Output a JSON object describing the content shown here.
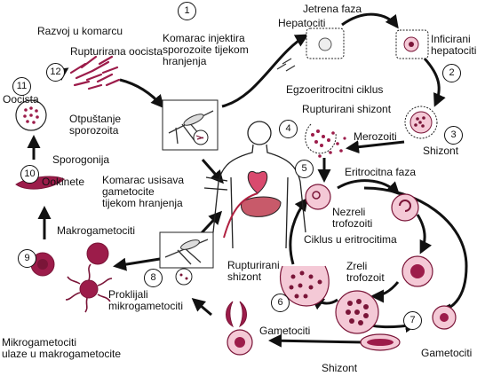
{
  "labels": {
    "razvoj_u_komarcu": "Razvoj u komarcu",
    "komarac_injektira": "Komarac injektira\nsporozoite tijekom\nhranjenja",
    "jetrena_faza": "Jetrena faza",
    "hepatociti": "Hepatociti",
    "inficirani_hepatociti": "Inficirani\nhepatociti",
    "rupturirana_oocista": "Rupturirana oocista",
    "oocista": "Oocista",
    "otpustanje": "Otpuštanje\nsporozoita",
    "egzoeritrocitni": "Egzoeritrocitni ciklus",
    "rupturirani_shizont_top": "Rupturirani shizont",
    "merozoiti": "Merozoiti",
    "shizont_liver": "Shizont",
    "sporogonija": "Sporogonija",
    "ookinete": "Ookinete",
    "eritrocitna_faza": "Eritrocitna faza",
    "komarac_usisava": "Komarac usisava\ngametocite\ntijekom hranjenja",
    "nezreli": "Nezreli\ntrofozoiti",
    "makrogametociti": "Makrogametociti",
    "ciklus_u_eritrocitima": "Ciklus u eritrocitima",
    "zreli": "Zreli\ntrofozoit",
    "rupturirani_shizont_blood": "Rupturirani\nshizont",
    "proklijali": "Proklijali\nmikrogametociti",
    "gametociti_left": "Gametociti",
    "gametociti_right": "Gametociti",
    "mikrogametociti": "Mikrogametociti\nulaze u makrogametocite",
    "shizont_blood": "Shizont"
  },
  "steps": [
    "1",
    "2",
    "3",
    "4",
    "5",
    "6",
    "7",
    "8",
    "9",
    "10",
    "11",
    "12"
  ],
  "colors": {
    "cell_fill": "#f4c9d6",
    "parasite": "#7a1538",
    "pigment": "#9c1c4a",
    "liver": "#c85a6a",
    "heart": "#d94a6e",
    "arrow": "#111111"
  }
}
